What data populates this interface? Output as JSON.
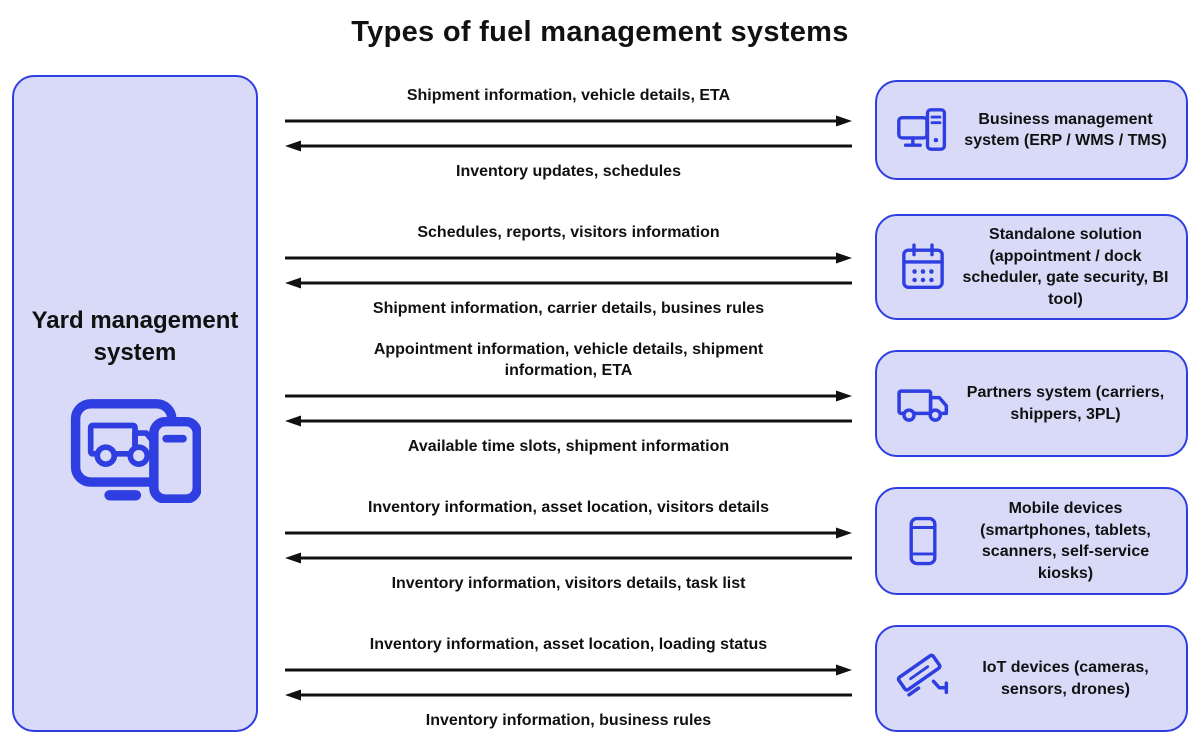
{
  "title": "Types of fuel management systems",
  "colors": {
    "accent": "#2e3ee0",
    "box_fill": "#d9daf8",
    "box_border": "#2e3ee0",
    "arrow": "#111111",
    "text": "#111111",
    "background": "#ffffff"
  },
  "left_node": {
    "label": "Yard management system",
    "icon": "monitor-truck-phone-icon"
  },
  "connections": [
    {
      "to_target": "Shipment information, vehicle details, ETA",
      "from_target": "Inventory updates, schedules",
      "target": {
        "label": "Business management system (ERP / WMS / TMS)",
        "icon": "desktop-computer-icon"
      }
    },
    {
      "to_target": "Schedules, reports, visitors information",
      "from_target": "Shipment information, carrier details, busines rules",
      "target": {
        "label": "Standalone solution (appointment / dock scheduler, gate security, BI tool)",
        "icon": "calendar-icon"
      }
    },
    {
      "to_target": "Appointment information, vehicle details, shipment information, ETA",
      "from_target": "Available time slots, shipment information",
      "target": {
        "label": "Partners system (carriers, shippers, 3PL)",
        "icon": "truck-icon"
      }
    },
    {
      "to_target": "Inventory information, asset location, visitors details",
      "from_target": "Inventory information, visitors details, task list",
      "target": {
        "label": "Mobile devices (smartphones, tablets, scanners, self-service kiosks)",
        "icon": "smartphone-icon"
      }
    },
    {
      "to_target": "Inventory information, asset location, loading status",
      "from_target": "Inventory information, business rules",
      "target": {
        "label": "IoT devices (cameras, sensors, drones)",
        "icon": "cctv-camera-icon"
      }
    }
  ]
}
